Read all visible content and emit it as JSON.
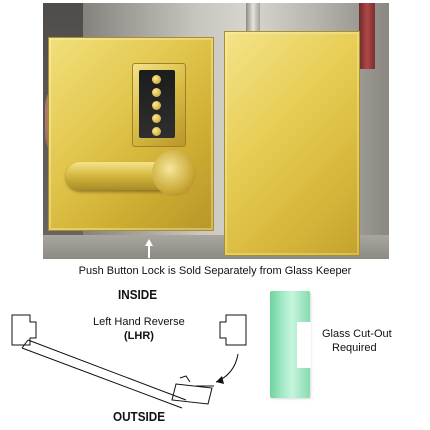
{
  "caption": "Push Button Lock is Sold Separately from Glass Keeper",
  "diagram": {
    "inside_label": "INSIDE",
    "outside_label": "OUTSIDE",
    "handing_name": "Left Hand Reverse",
    "handing_abbr": "(LHR)"
  },
  "glass_sample": {
    "label_line1": "Glass Cut-Out",
    "label_line2": "Required"
  },
  "colors": {
    "brass": "#dcc04a",
    "glass_green": "#a8eccb"
  }
}
